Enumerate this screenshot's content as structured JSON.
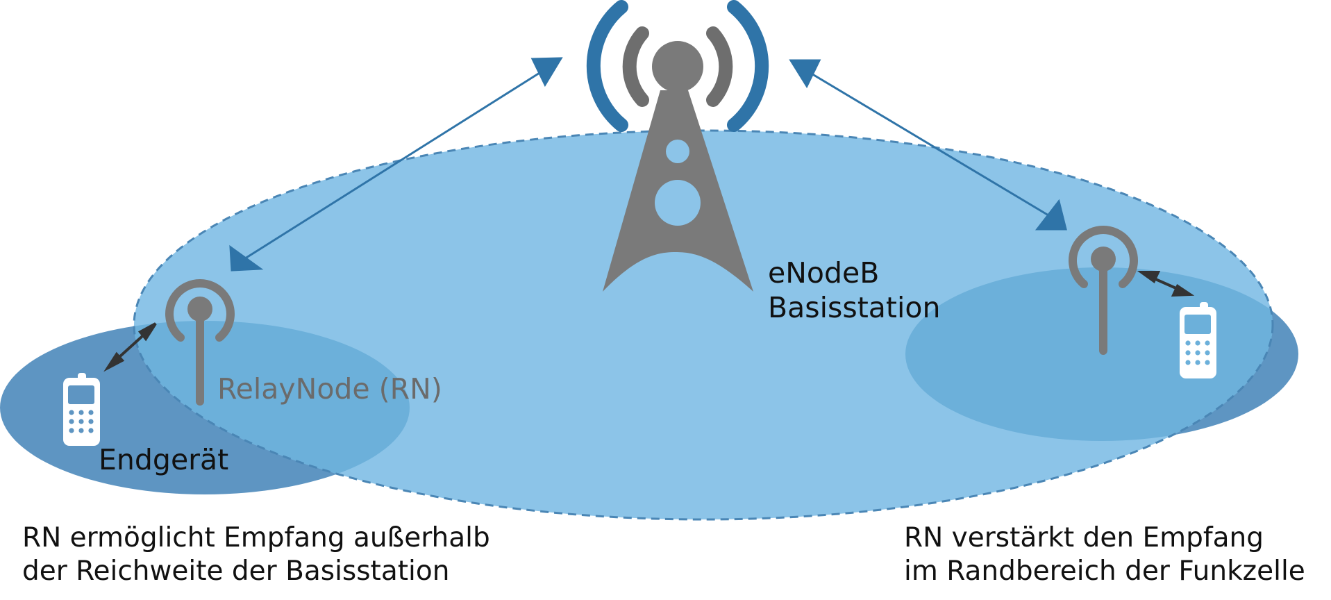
{
  "labels": {
    "enodeb_line1": "eNodeB",
    "enodeb_line2": "Basisstation",
    "relay_node": "RelayNode (RN)",
    "end_device": "Endgerät"
  },
  "captions": {
    "left_line1": "RN ermöglicht Empfang außerhalb",
    "left_line2": "der Reichweite der Basisstation",
    "right_line1": "RN verstärkt den Empfang",
    "right_line2": "im Randbereich der Funkzelle"
  },
  "colors": {
    "main_cell": "#8cc4e8",
    "main_cell_border": "#4a86b5",
    "left_small_cell": "#5e95c2",
    "right_small_cell": "#5e95c2",
    "overlap": "#6cb0da",
    "tower_gray": "#7a7a7a",
    "signal_outer": "#2f74a8",
    "signal_inner": "#6e6e6e",
    "link_arrow": "#2f74a8",
    "device_arrow": "#333333",
    "phone": "#ffffff"
  },
  "icons": {
    "base_station": "cell-tower-icon",
    "relay_left": "relay-antenna-icon",
    "relay_right": "relay-antenna-icon",
    "phone_left": "mobile-phone-icon",
    "phone_right": "mobile-phone-icon"
  }
}
